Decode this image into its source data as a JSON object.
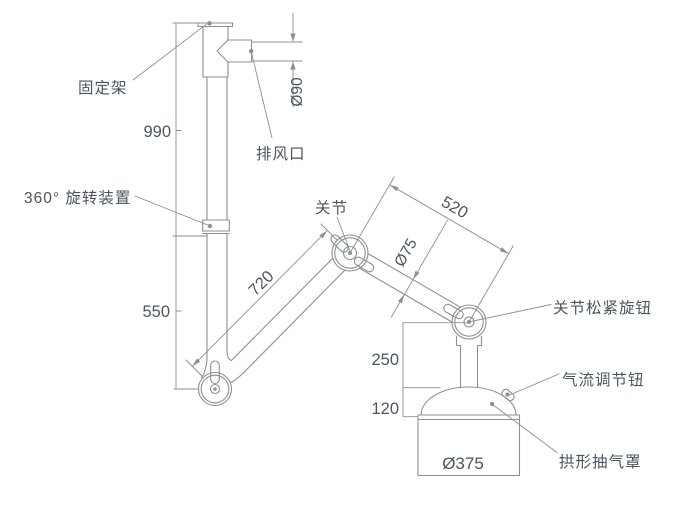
{
  "diagram": {
    "type": "technical-drawing",
    "subject": "fume-extraction-arm",
    "labels": {
      "fixed_frame": "固定架",
      "exhaust_outlet": "排风口",
      "rotation_device": "360° 旋转装置",
      "joint": "关节",
      "joint_tension_knob": "关节松紧旋钮",
      "airflow_knob": "气流调节钮",
      "arched_hood": "拱形抽气罩"
    },
    "dimensions": {
      "upper_column_height": "990",
      "lower_column_height": "550",
      "arm1_length": "720",
      "arm2_length": "520",
      "arm_tube_diameter": "Ø75",
      "outlet_diameter": "Ø90",
      "drop_height": "250",
      "hood_height": "120",
      "hood_diameter": "Ø375"
    },
    "colors": {
      "line": "#8b9095",
      "text": "#4b5560",
      "background": "#ffffff"
    }
  }
}
